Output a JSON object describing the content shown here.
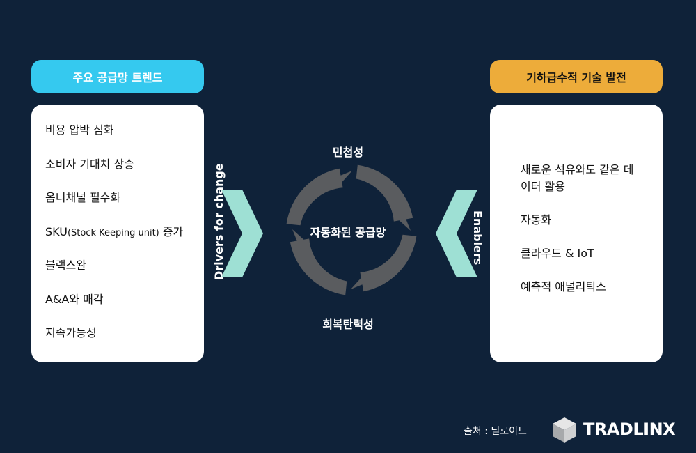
{
  "left_panel": {
    "title": "주요 공급망 트렌드",
    "items": [
      "비용 압박 심화",
      "소비자 기대치 상승",
      "옴니채널 필수화",
      {
        "main": "SKU",
        "small": "(Stock Keeping unit)",
        "tail": " 증가"
      },
      "블랙스완",
      "A&A와 매각",
      "지속가능성"
    ],
    "side_label": "Drivers for change",
    "color": "#35c9ef"
  },
  "right_panel": {
    "title": "기하급수적 기술 발전",
    "items": [
      "새로운 석유와도 같은 데이터 활용",
      "자동화",
      "클라우드 & IoT",
      "예측적 애널리틱스"
    ],
    "side_label": "Enablers",
    "color": "#edac3a"
  },
  "cycle": {
    "center": "자동화된 공급망",
    "top": "민첩성",
    "bottom": "회복탄력성",
    "arrow_color": "#5a5c5f"
  },
  "chevron_color": "#9ee0d4",
  "footer": {
    "source": "출처 : 딜로이트",
    "brand": "TRADLINX"
  }
}
